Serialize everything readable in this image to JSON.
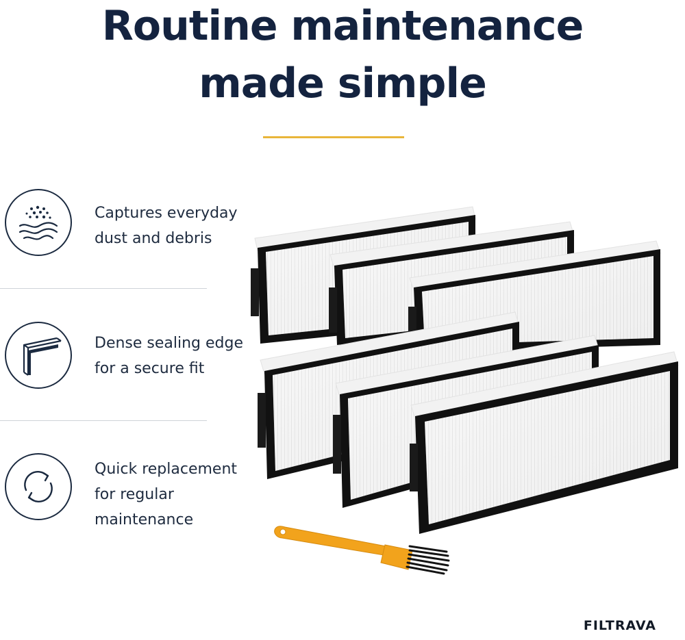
{
  "headline": {
    "line1": "Routine maintenance",
    "line2": "made simple",
    "accent_color": "#e9b53a",
    "text_color": "#14233f"
  },
  "features": [
    {
      "icon": "dust-particles-icon",
      "lines": [
        "Captures everyday",
        "dust and debris"
      ]
    },
    {
      "icon": "sealed-edge-frame-icon",
      "lines": [
        "Dense sealing edge",
        "for a secure fit"
      ]
    },
    {
      "icon": "refresh-cycle-icon",
      "lines": [
        "Quick replacement",
        "for regular",
        "maintenance"
      ]
    }
  ],
  "product": {
    "filters_count": 6,
    "accessory": "cleaning-brush",
    "frame_color": "#111111",
    "brush_color": "#f2a31c"
  },
  "brand": {
    "name": "FILTRAVA"
  }
}
